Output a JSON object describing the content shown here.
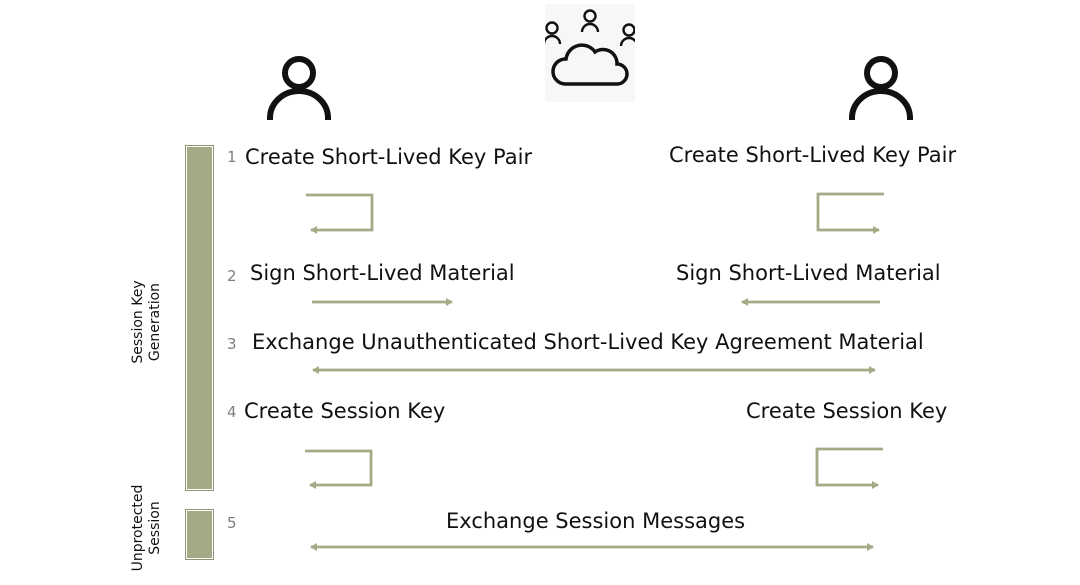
{
  "colors": {
    "arrow": "#a4aa86",
    "bar": "#a4aa86",
    "text": "#111111",
    "step_number": "#7f7f7f"
  },
  "icons": {
    "left_party": "person-icon",
    "right_party": "person-icon",
    "center": "cloud-group-icon"
  },
  "phases": [
    {
      "label_line1": "Session Key",
      "label_line2": "Generation"
    },
    {
      "label_line1": "Unprotected",
      "label_line2": "Session"
    }
  ],
  "steps": [
    {
      "number": "1",
      "left": "Create Short-Lived Key Pair",
      "right": "Create Short-Lived Key Pair"
    },
    {
      "number": "2",
      "left": "Sign Short-Lived Material",
      "right": "Sign Short-Lived Material"
    },
    {
      "number": "3",
      "center": "Exchange Unauthenticated Short-Lived Key Agreement Material"
    },
    {
      "number": "4",
      "left": "Create Session Key",
      "right": "Create Session Key"
    },
    {
      "number": "5",
      "center": "Exchange Session Messages"
    }
  ]
}
